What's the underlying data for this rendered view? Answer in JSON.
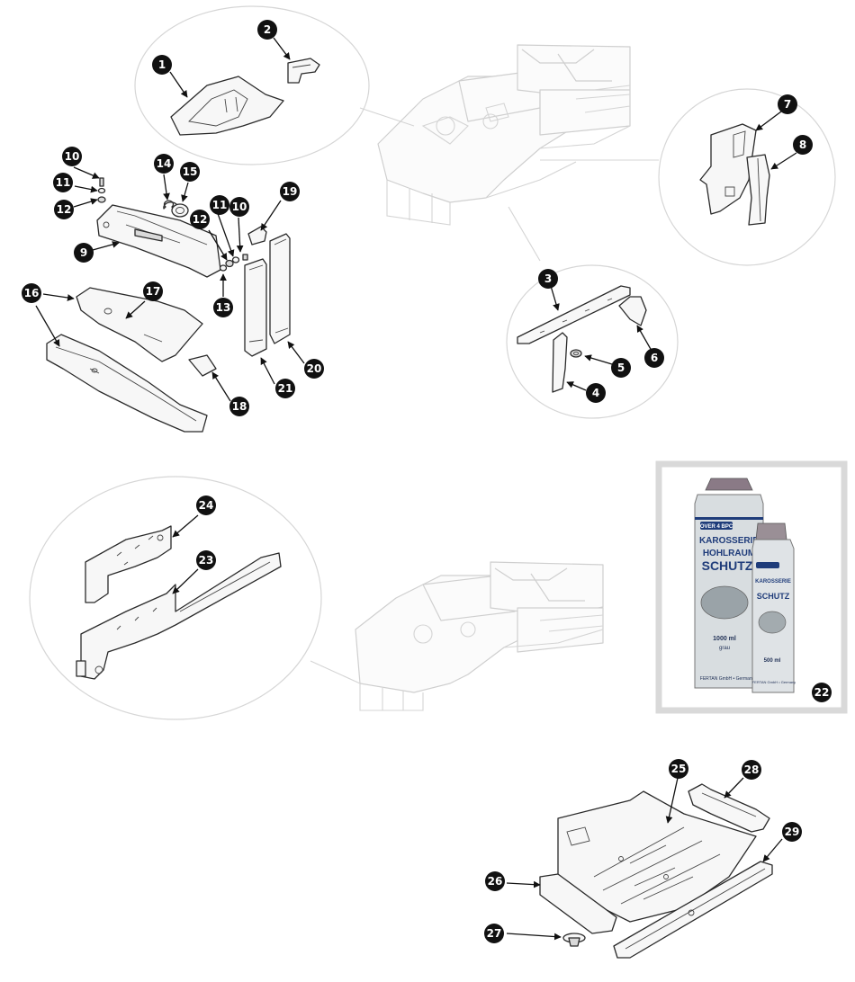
{
  "callouts": [
    "1",
    "2",
    "3",
    "4",
    "5",
    "6",
    "7",
    "8",
    "9",
    "10",
    "11",
    "12",
    "13",
    "14",
    "15",
    "16",
    "17",
    "18",
    "19",
    "20",
    "21",
    "22",
    "23",
    "24",
    "25",
    "26",
    "27",
    "28",
    "29"
  ],
  "product": {
    "brand_badge": "OVER 4 BPC",
    "can_big_line1": "KAROSSERIE",
    "can_big_line2": "HOHLRAUM",
    "can_big_title": "SCHUTZ",
    "can_big_volume": "1000 ml",
    "can_big_color": "grau",
    "can_big_maker": "FERTAN GmbH • Germany",
    "can_small_line1": "KAROSSERIE",
    "can_small_title": "SCHUTZ",
    "can_small_volume": "500 ml",
    "can_small_maker": "FERTAN GmbH • Germany"
  },
  "colors": {
    "callout_fill": "#111111",
    "callout_text": "#ffffff",
    "product_frame": "#d9d9d9",
    "can_body": "#d8dde0",
    "can_cap": "#8a7a86",
    "can_badge": "#1f3c7a"
  }
}
